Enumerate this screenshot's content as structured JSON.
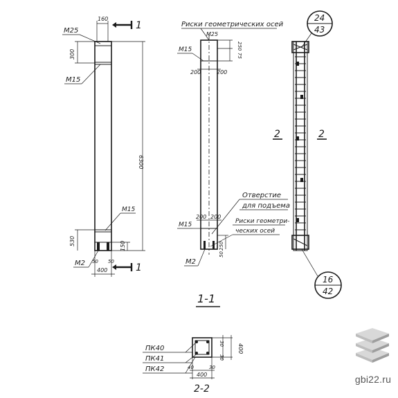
{
  "labels": {
    "top_view1": "1",
    "bot_view1": "1",
    "m25_a": "М25",
    "m15_a": "М15",
    "m15_b": "М15",
    "m2_a": "М2",
    "dim_160": "160",
    "dim_300": "300",
    "dim_6300": "6300",
    "dim_530": "530",
    "dim_150": "150",
    "dim_50a": "50",
    "dim_50b": "50",
    "dim_400a": "400",
    "riski_axes": "Риски геометрических осей",
    "m25_b": "М25",
    "m15_c": "М15",
    "dim_200a": "200",
    "dim_200b": "200",
    "dim_250": "250",
    "dim_75": "75",
    "otverstie1": "Отверстие",
    "otverstie2": "для подъема",
    "riski2_1": "Риски геометри-",
    "riski2_2": "ческих осей",
    "m15_d": "М15",
    "dim_200c": "200",
    "dim_200d": "200",
    "m2_b": "М2",
    "dim_250b": "250",
    "dim_50c": "50",
    "sec_2_left": "2",
    "sec_2_right": "2",
    "bubble_top_num": "24",
    "bubble_top_den": "43",
    "bubble_bot_num": "16",
    "bubble_bot_den": "42",
    "title_11": "1-1",
    "pk40": "ПК40",
    "pk41": "ПК41",
    "pk42": "ПК42",
    "s_dim_30a": "30",
    "s_dim_400v": "400",
    "s_dim_30b": "30",
    "s_dim_40": "40",
    "s_dim_30c": "30",
    "s_dim_400h": "400",
    "title_22": "2-2"
  },
  "brand": {
    "site": "gbi22.ru",
    "logo_colors": [
      "#d8d8d8",
      "#bdbdbd",
      "#9e9e9e"
    ]
  }
}
